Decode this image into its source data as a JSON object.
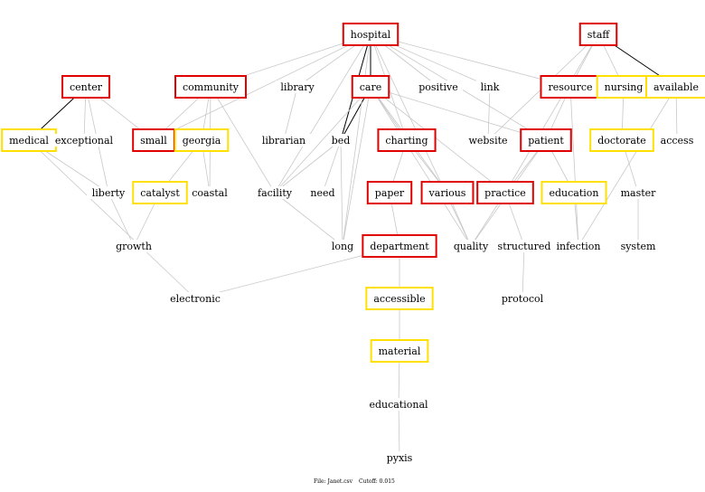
{
  "colors": {
    "highlight_red": "#e00000",
    "highlight_yellow": "#ffe000",
    "edge_light": "#c8c8c8",
    "edge_dark": "#000000"
  },
  "nodes": {
    "hospital": {
      "label": "hospital",
      "box": "red"
    },
    "staff": {
      "label": "staff",
      "box": "red"
    },
    "center": {
      "label": "center",
      "box": "red"
    },
    "community": {
      "label": "community",
      "box": "red"
    },
    "library": {
      "label": "library",
      "box": "none"
    },
    "care": {
      "label": "care",
      "box": "red"
    },
    "positive": {
      "label": "positive",
      "box": "none"
    },
    "link": {
      "label": "link",
      "box": "none"
    },
    "resource": {
      "label": "resource",
      "box": "red"
    },
    "nursing": {
      "label": "nursing",
      "box": "yellow"
    },
    "available": {
      "label": "available",
      "box": "yellow"
    },
    "medical": {
      "label": "medical",
      "box": "yellow"
    },
    "exceptional": {
      "label": "exceptional",
      "box": "none"
    },
    "small": {
      "label": "small",
      "box": "red"
    },
    "georgia": {
      "label": "georgia",
      "box": "yellow"
    },
    "librarian": {
      "label": "librarian",
      "box": "none"
    },
    "bed": {
      "label": "bed",
      "box": "none"
    },
    "charting": {
      "label": "charting",
      "box": "red"
    },
    "website": {
      "label": "website",
      "box": "none"
    },
    "patient": {
      "label": "patient",
      "box": "red"
    },
    "doctorate": {
      "label": "doctorate",
      "box": "yellow"
    },
    "access": {
      "label": "access",
      "box": "none"
    },
    "liberty": {
      "label": "liberty",
      "box": "none"
    },
    "catalyst": {
      "label": "catalyst",
      "box": "yellow"
    },
    "coastal": {
      "label": "coastal",
      "box": "none"
    },
    "facility": {
      "label": "facility",
      "box": "none"
    },
    "need": {
      "label": "need",
      "box": "none"
    },
    "paper": {
      "label": "paper",
      "box": "red"
    },
    "various": {
      "label": "various",
      "box": "red"
    },
    "practice": {
      "label": "practice",
      "box": "red"
    },
    "education": {
      "label": "education",
      "box": "yellow"
    },
    "master": {
      "label": "master",
      "box": "none"
    },
    "growth": {
      "label": "growth",
      "box": "none"
    },
    "long": {
      "label": "long",
      "box": "none"
    },
    "department": {
      "label": "department",
      "box": "red"
    },
    "quality": {
      "label": "quality",
      "box": "none"
    },
    "structured": {
      "label": "structured",
      "box": "none"
    },
    "infection": {
      "label": "infection",
      "box": "none"
    },
    "system": {
      "label": "system",
      "box": "none"
    },
    "electronic": {
      "label": "electronic",
      "box": "none"
    },
    "accessible": {
      "label": "accessible",
      "box": "yellow"
    },
    "protocol": {
      "label": "protocol",
      "box": "none"
    },
    "material": {
      "label": "material",
      "box": "yellow"
    },
    "educational": {
      "label": "educational",
      "box": "none"
    },
    "pyxis": {
      "label": "pyxis",
      "box": "none"
    }
  },
  "edges": [
    [
      "hospital",
      "care",
      "dark"
    ],
    [
      "hospital",
      "bed",
      "dark"
    ],
    [
      "center",
      "medical",
      "dark"
    ],
    [
      "care",
      "bed",
      "dark"
    ],
    [
      "staff",
      "available",
      "dark"
    ],
    [
      "hospital",
      "community",
      "light"
    ],
    [
      "hospital",
      "library",
      "light"
    ],
    [
      "hospital",
      "positive",
      "light"
    ],
    [
      "hospital",
      "link",
      "light"
    ],
    [
      "hospital",
      "resource",
      "light"
    ],
    [
      "hospital",
      "small",
      "light"
    ],
    [
      "hospital",
      "facility",
      "light"
    ],
    [
      "hospital",
      "long",
      "light"
    ],
    [
      "hospital",
      "charting",
      "light"
    ],
    [
      "hospital",
      "patient",
      "light"
    ],
    [
      "hospital",
      "quality",
      "light"
    ],
    [
      "staff",
      "resource",
      "light"
    ],
    [
      "staff",
      "nursing",
      "light"
    ],
    [
      "staff",
      "website",
      "light"
    ],
    [
      "staff",
      "practice",
      "light"
    ],
    [
      "center",
      "exceptional",
      "light"
    ],
    [
      "center",
      "small",
      "light"
    ],
    [
      "center",
      "liberty",
      "light"
    ],
    [
      "medical",
      "liberty",
      "light"
    ],
    [
      "medical",
      "electronic",
      "light"
    ],
    [
      "community",
      "small",
      "light"
    ],
    [
      "community",
      "georgia",
      "light"
    ],
    [
      "community",
      "coastal",
      "light"
    ],
    [
      "community",
      "facility",
      "light"
    ],
    [
      "library",
      "librarian",
      "light"
    ],
    [
      "care",
      "charting",
      "light"
    ],
    [
      "care",
      "facility",
      "light"
    ],
    [
      "care",
      "various",
      "light"
    ],
    [
      "care",
      "practice",
      "light"
    ],
    [
      "care",
      "quality",
      "light"
    ],
    [
      "care",
      "patient",
      "light"
    ],
    [
      "care",
      "long",
      "light"
    ],
    [
      "bed",
      "facility",
      "light"
    ],
    [
      "bed",
      "need",
      "light"
    ],
    [
      "bed",
      "long",
      "light"
    ],
    [
      "link",
      "website",
      "light"
    ],
    [
      "resource",
      "patient",
      "light"
    ],
    [
      "resource",
      "infection",
      "light"
    ],
    [
      "available",
      "access",
      "light"
    ],
    [
      "available",
      "infection",
      "light"
    ],
    [
      "nursing",
      "doctorate",
      "light"
    ],
    [
      "doctorate",
      "master",
      "light"
    ],
    [
      "master",
      "system",
      "light"
    ],
    [
      "georgia",
      "catalyst",
      "light"
    ],
    [
      "georgia",
      "coastal",
      "light"
    ],
    [
      "catalyst",
      "growth",
      "light"
    ],
    [
      "liberty",
      "growth",
      "light"
    ],
    [
      "facility",
      "long",
      "light"
    ],
    [
      "charting",
      "paper",
      "light"
    ],
    [
      "charting",
      "various",
      "light"
    ],
    [
      "paper",
      "department",
      "light"
    ],
    [
      "department",
      "electronic",
      "light"
    ],
    [
      "department",
      "accessible",
      "light"
    ],
    [
      "accessible",
      "material",
      "light"
    ],
    [
      "material",
      "educational",
      "light"
    ],
    [
      "educational",
      "pyxis",
      "light"
    ],
    [
      "patient",
      "practice",
      "light"
    ],
    [
      "patient",
      "education",
      "light"
    ],
    [
      "patient",
      "quality",
      "light"
    ],
    [
      "practice",
      "quality",
      "light"
    ],
    [
      "practice",
      "structured",
      "light"
    ],
    [
      "structured",
      "protocol",
      "light"
    ],
    [
      "education",
      "infection",
      "light"
    ],
    [
      "various",
      "quality",
      "light"
    ]
  ],
  "footer": {
    "file_text": "File: Janet.csv",
    "cutoff_text": "Cutoff: 0.015"
  }
}
